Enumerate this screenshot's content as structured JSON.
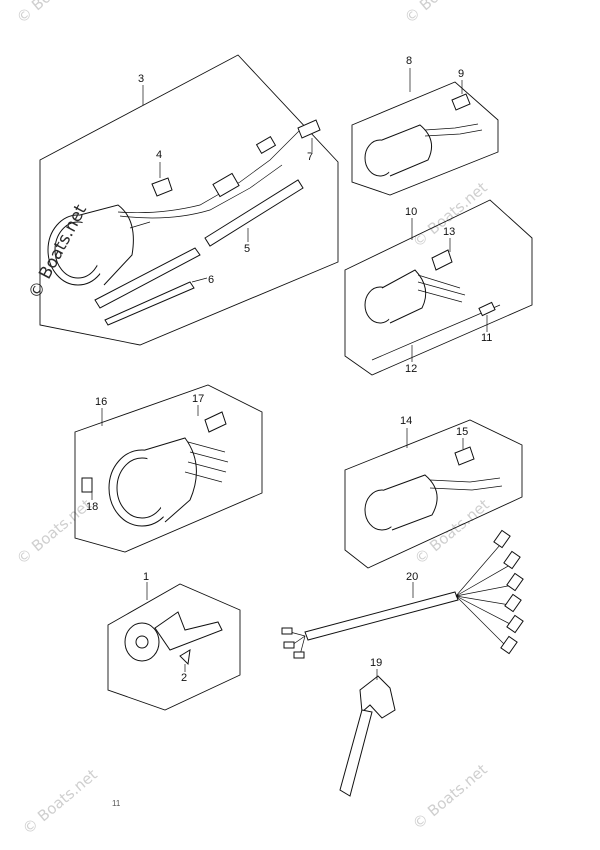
{
  "callouts": {
    "c1": "1",
    "c2": "2",
    "c3": "3",
    "c4": "4",
    "c5": "5",
    "c6": "6",
    "c7": "7",
    "c8": "8",
    "c9": "9",
    "c10": "10",
    "c11": "11",
    "c12": "12",
    "c13": "13",
    "c14": "14",
    "c15": "15",
    "c16": "16",
    "c17": "17",
    "c18": "18",
    "c19": "19",
    "c20": "20"
  },
  "watermark": {
    "main": "© Boats.net",
    "faint": "© Boats.net"
  },
  "footer_mark": "11"
}
